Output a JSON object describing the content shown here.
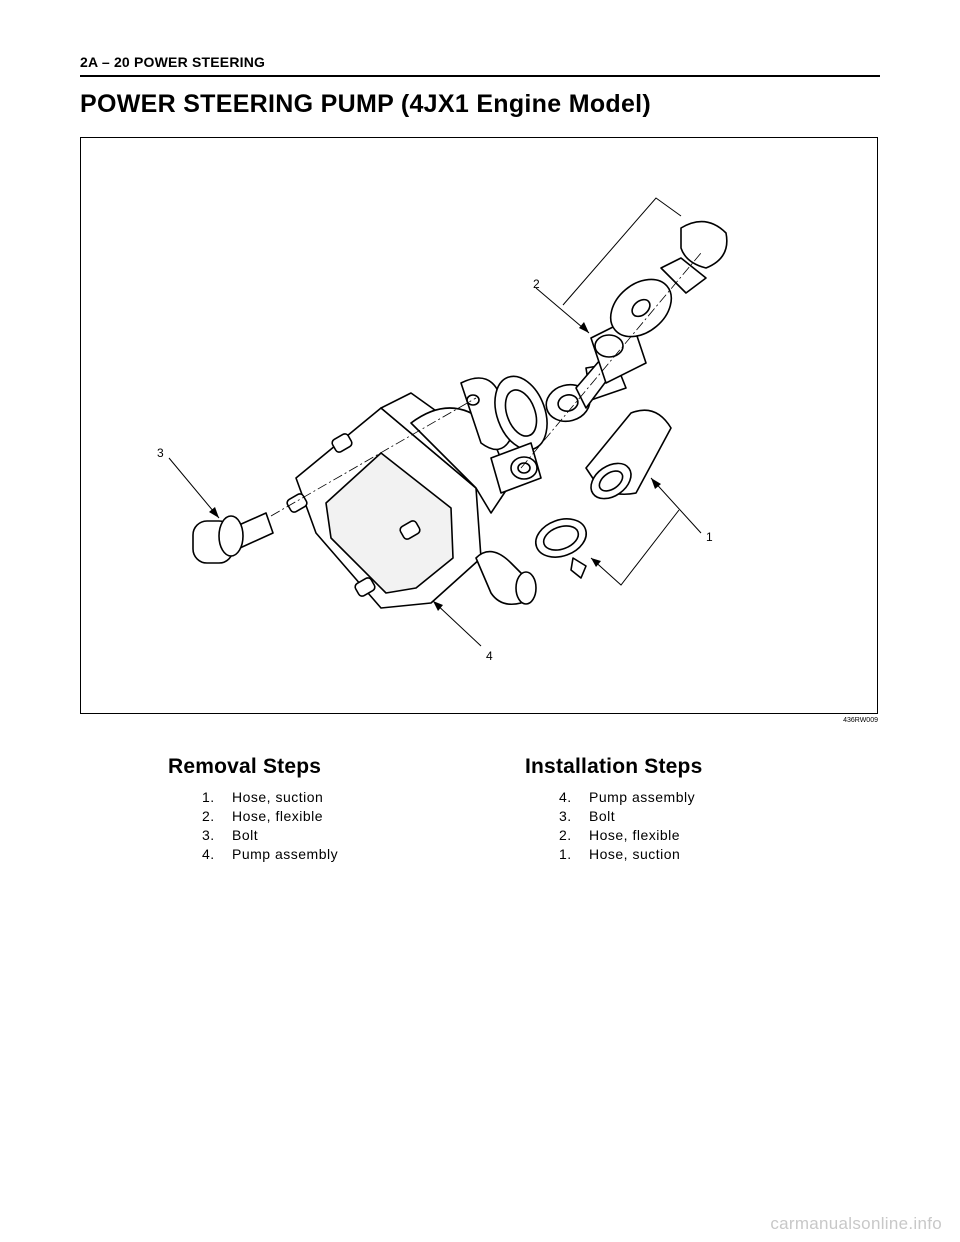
{
  "header": {
    "section": "2A – 20  POWER STEERING"
  },
  "title": "POWER STEERING PUMP (4JX1 Engine Model)",
  "figure": {
    "id": "436RW009",
    "callouts": [
      "1",
      "2",
      "3",
      "4"
    ]
  },
  "removal": {
    "heading": "Removal Steps",
    "steps": [
      {
        "num": "1.",
        "text": "Hose, suction"
      },
      {
        "num": "2.",
        "text": "Hose, flexible"
      },
      {
        "num": "3.",
        "text": "Bolt"
      },
      {
        "num": "4.",
        "text": "Pump assembly"
      }
    ]
  },
  "installation": {
    "heading": "Installation Steps",
    "steps": [
      {
        "num": "4.",
        "text": "Pump assembly"
      },
      {
        "num": "3.",
        "text": "Bolt"
      },
      {
        "num": "2.",
        "text": "Hose, flexible"
      },
      {
        "num": "1.",
        "text": "Hose, suction"
      }
    ]
  },
  "footer": "carmanualsonline.info"
}
